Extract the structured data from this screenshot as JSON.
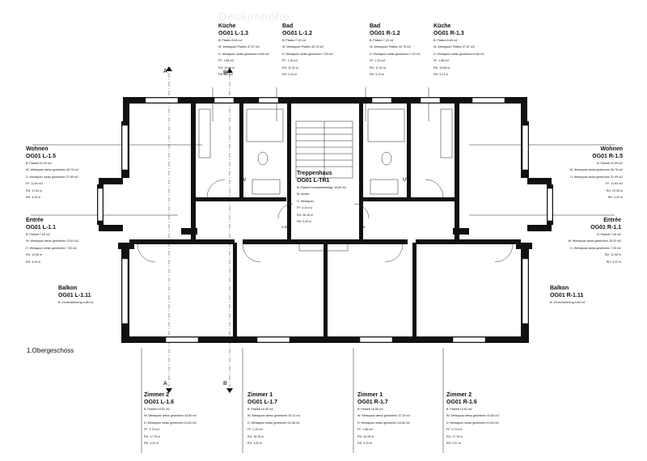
{
  "floor_label": "1.Obergeschoss",
  "watermark": "Deckenhöhe",
  "section_marks": {
    "a": "A",
    "b": "B"
  },
  "dims": {
    "d1": "0.30",
    "d2": "0.30"
  },
  "symbols": {
    "uv": "UV"
  },
  "rooms": [
    {
      "title1": "Küche",
      "title2": "OG01 L-1.3",
      "lines": [
        "B: Platten 8.65 m2",
        "W: Weissputz/ Platten 37.57 m2",
        "D: Weissputz weiss gestrichen 8.65 m2",
        "FF: 1.88 m2",
        "RU: 13.88 m",
        "RH: 3.21 m"
      ]
    },
    {
      "title1": "Bad",
      "title2": "OG01 L-1.2",
      "lines": [
        "B: Platten 7.50 m2",
        "W: Weissputz/ Platten 30.78 m2",
        "D: Weissputz weiss gestrichen 7.50 m2",
        "FF: 1.15 m2",
        "RU: 11.32 m",
        "RH: 3.13 m"
      ]
    },
    {
      "title1": "Bad",
      "title2": "OG01 R-1.2",
      "lines": [
        "B: Platten 7.20 m2",
        "W: Weissputz/ Platten 30.78 m2",
        "D: Weissputz weiss gestrichen 7.20 m2",
        "FF: 1.15 m2",
        "RU: 11.32 m",
        "RH: 3.13 m"
      ]
    },
    {
      "title1": "Küche",
      "title2": "OG01 R-1.3",
      "lines": [
        "B: Platten 8.65 m2",
        "W: Weissputz/ Platten 37.57 m2",
        "D: Weissputz weiss gestrichen 8.65 m2",
        "FF: 1.88 m2",
        "RU: 13.88 m",
        "RH: 3.21 m"
      ]
    },
    {
      "title1": "Wohnen",
      "title2": "OG01 L-1.5",
      "lines": [
        "B: Parkett 22.99 m2",
        "W: Weissputz weiss gestrichen 56.78 m2",
        "D: Weissputz weiss gestrichen 22.99 m2",
        "FF: 11.60 m2",
        "RU: 17.81 m",
        "RH: 3.20 m"
      ]
    },
    {
      "title1": "Treppenhaus",
      "title2": "OG01 L-TR1",
      "lines": [
        "B: Platten/ Kunststeinbeläge 15.89 m2",
        "W: Abrieb",
        "D: Weissputz",
        "FF: 4.33 m2",
        "RU: 26.16 m",
        "RH: 3.20 m"
      ]
    },
    {
      "title1": "Wohnen",
      "title2": "OG01 R-1.5",
      "lines": [
        "B: Parkett 22.99 m2",
        "W: Weissputz weiss gestrichen 56.78 m2",
        "D: Weissputz weiss gestrichen 22.99 m2",
        "FF: 11.60 m2",
        "RU: 20.30 m",
        "RH: 3.20 m"
      ]
    },
    {
      "title1": "Entrée",
      "title2": "OG01 L-1.1",
      "lines": [
        "B: Parkett 7.59 m2",
        "W: Weissputz weiss gestrichen 23.61 m2",
        "D: Weissputz weiss gestrichen 7.59 m2",
        "RU: 12.06 m",
        "RH: 3.20 m"
      ]
    },
    {
      "title1": "Entrée",
      "title2": "OG01 R-1.1",
      "lines": [
        "B: Parkett 7.39 m2",
        "W: Weissputz weiss gestrichen 26.20 m2",
        "D: Weissputz weiss gestrichen 7.39 m2",
        "RU: 12.06 m",
        "RH: 3.20 m"
      ]
    },
    {
      "title1": "Balkon",
      "title2": "OG01 L-1.11",
      "lines": [
        "B: Zementüberzug 4.58 m2"
      ]
    },
    {
      "title1": "Balkon",
      "title2": "OG01 R-1.11",
      "lines": [
        "B: Zementüberzug 4.58 m2"
      ]
    },
    {
      "title1": "Zimmer 2",
      "title2": "OG01 L-1.6",
      "lines": [
        "B: Parkett 19.63 m2",
        "W: Weissputz weiss gestrichen 43.80 m2",
        "D: Weissputz weiss gestrichen 19.63 m2",
        "FF: 3.73 m2",
        "RU: 17.78 m",
        "RH: 3.22 m"
      ]
    },
    {
      "title1": "Zimmer 1",
      "title2": "OG01 L-1.7",
      "lines": [
        "B: Parkett 16.38 m2",
        "W: Weissputz weiss gestrichen 39.13 m2",
        "D: Weissputz weiss gestrichen 16.38 m2",
        "FF: 2.25 m2",
        "RU: 16.28 m",
        "RH: 3.20 m"
      ]
    },
    {
      "title1": "Zimmer 1",
      "title2": "OG01 R-1.7",
      "lines": [
        "B: Parkett 16.56 m2",
        "W: Weissputz weiss gestrichen 37.39 m2",
        "D: Weissputz weiss gestrichen 16.56 m2",
        "FF: 1.86 m2",
        "RU: 16.28 m",
        "RH: 3.20 m"
      ]
    },
    {
      "title1": "Zimmer 2",
      "title2": "OG01 R-1.6",
      "lines": [
        "B: Parkett 19.63 m2",
        "W: Weissputz weiss gestrichen 43.80 m2",
        "D: Weissputz weiss gestrichen 19.63 m2",
        "FF: 3.73 m2",
        "RU: 17.78 m",
        "RH: 3.21 m"
      ]
    }
  ]
}
